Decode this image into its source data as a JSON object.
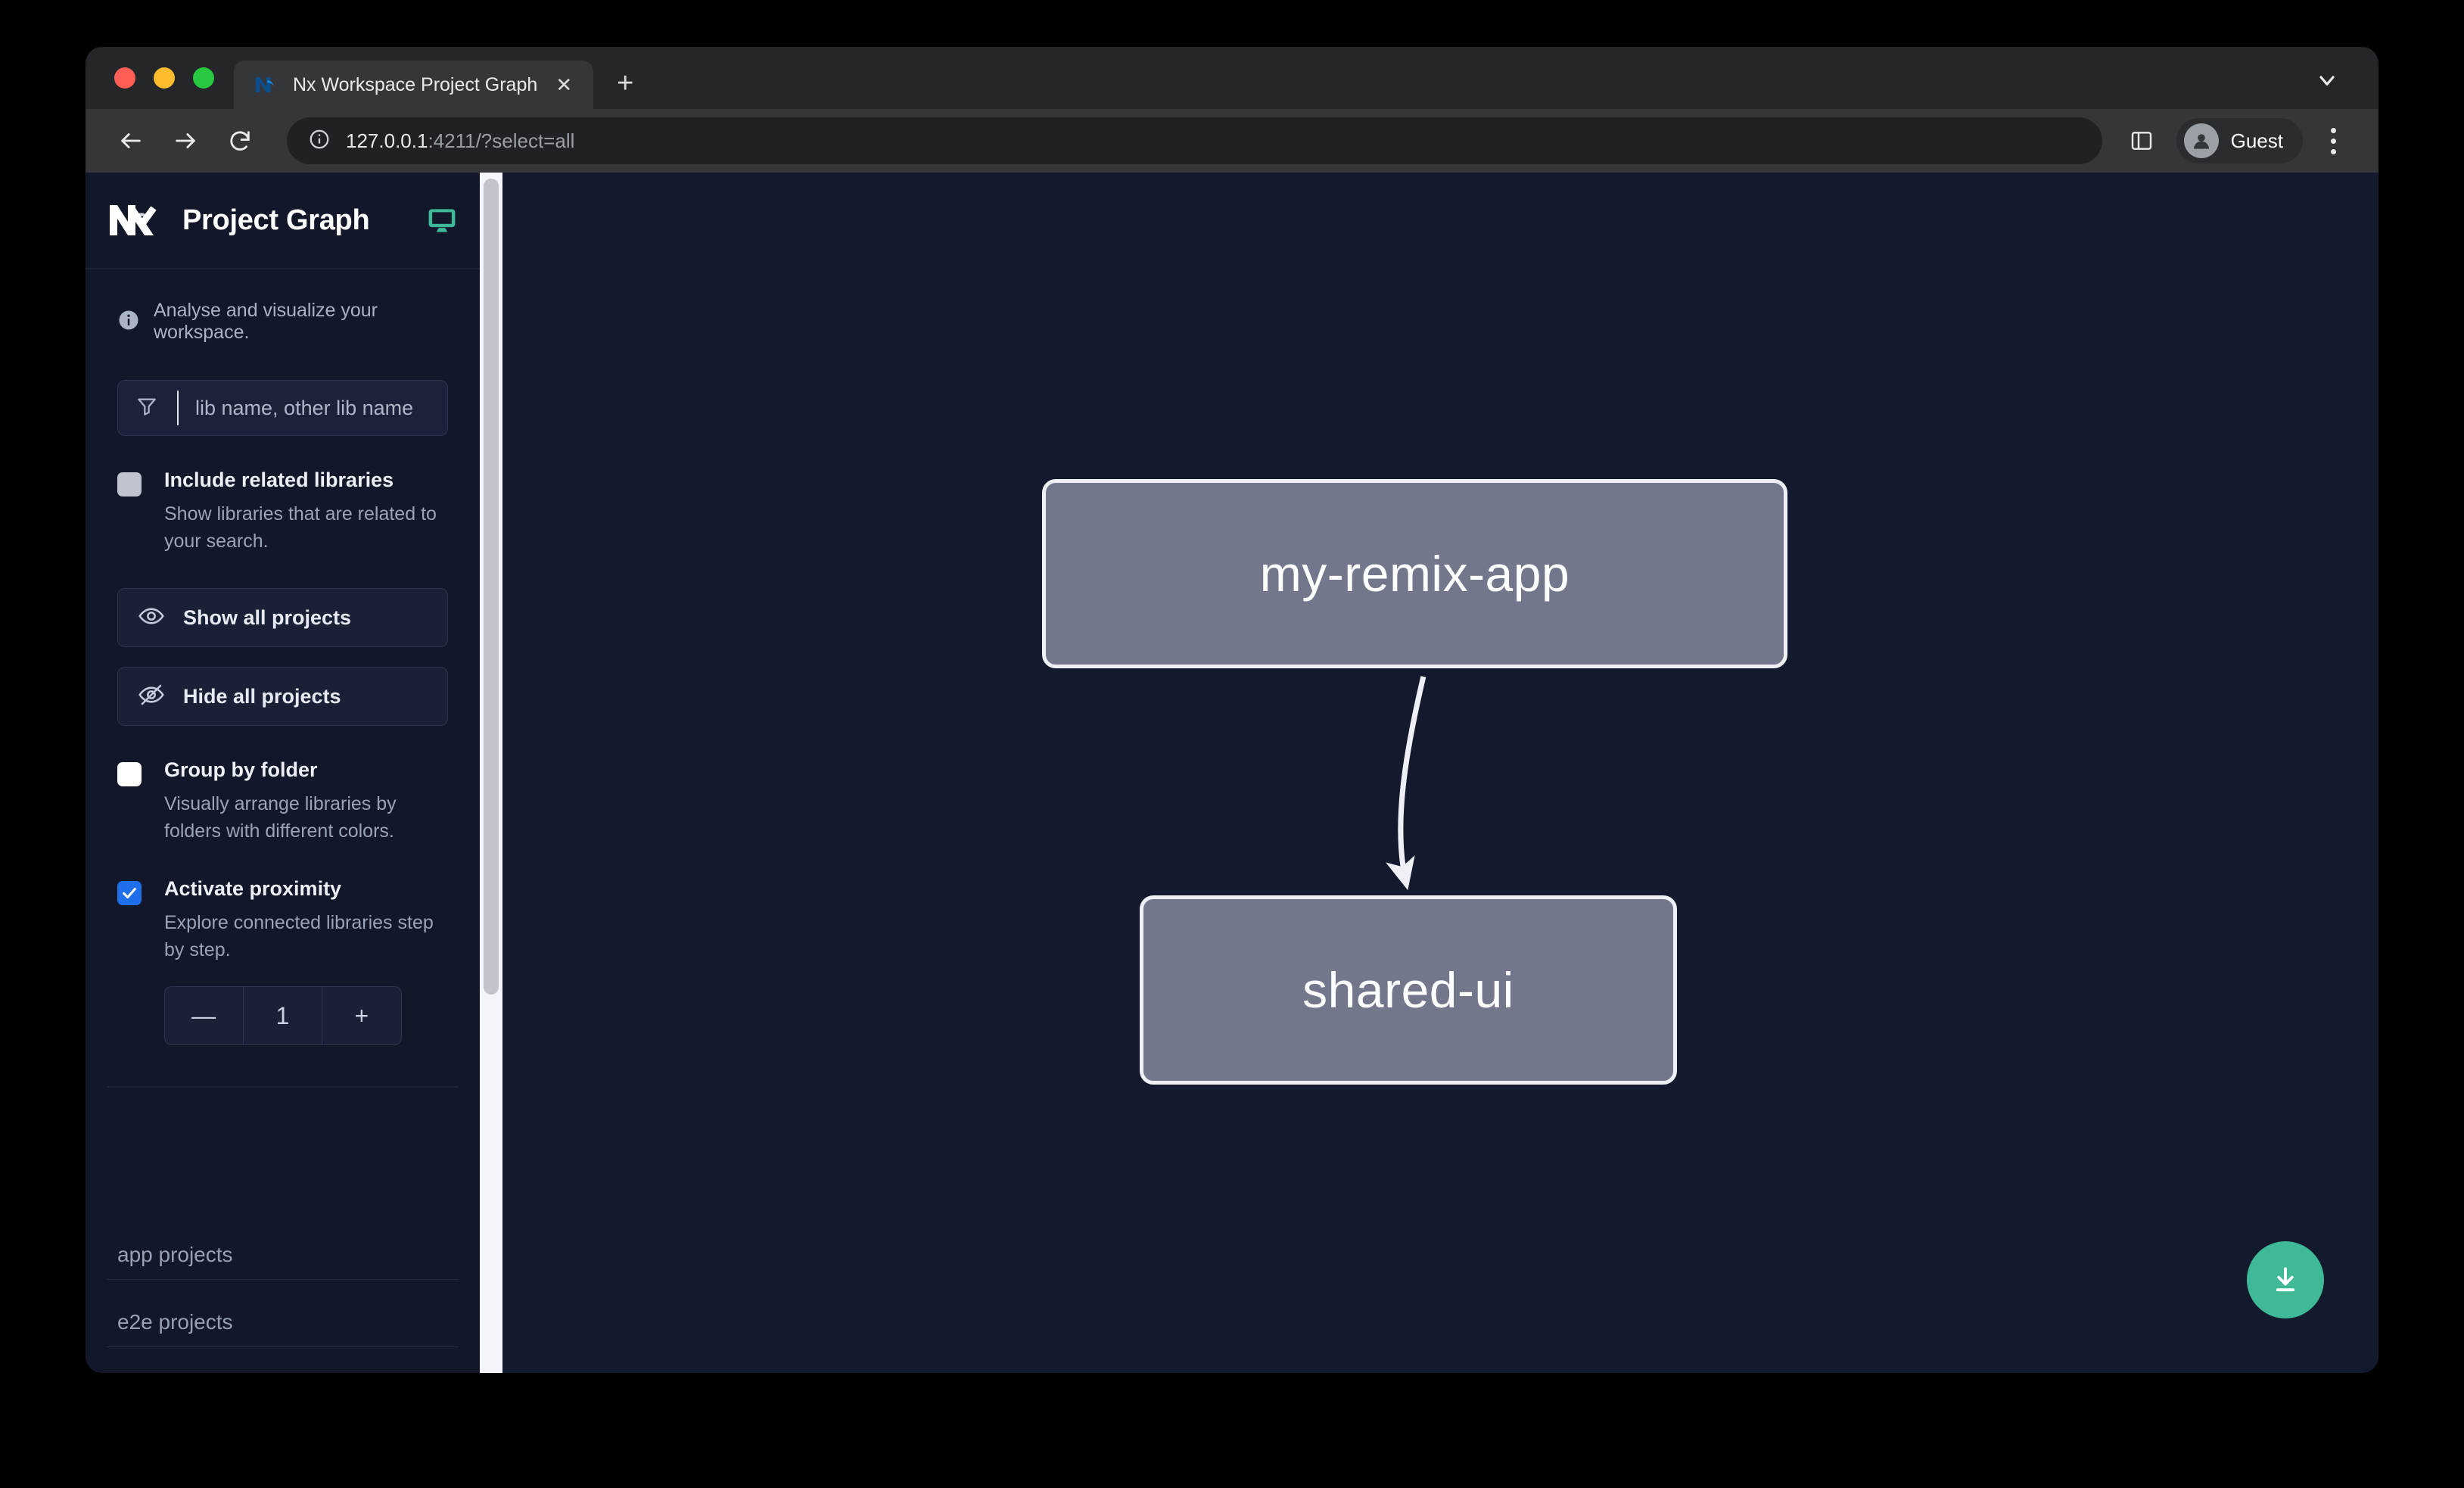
{
  "browser": {
    "tab": {
      "title": "Nx Workspace Project Graph",
      "favicon_icon": "nx-favicon",
      "close_icon": "close-icon"
    },
    "new_tab_label": "+",
    "tab_list_icon": "chevron-down-icon",
    "nav": {
      "back_icon": "back-arrow-icon",
      "forward_icon": "forward-arrow-icon",
      "reload_icon": "reload-icon"
    },
    "omnibox": {
      "info_icon": "info-circle-icon",
      "url_host": "127.0.0.1",
      "url_rest": ":4211/?select=all"
    },
    "sidepanel_icon": "side-panel-icon",
    "profile": {
      "avatar_icon": "person-avatar-icon",
      "label": "Guest"
    },
    "menu_icon": "three-dot-menu-icon"
  },
  "sidebar": {
    "logo_icon": "nx-logo-icon",
    "title": "Project Graph",
    "monitor_icon": "monitor-icon",
    "info_icon": "info-circle-icon",
    "info_text": "Analyse and visualize your workspace.",
    "filter": {
      "icon": "filter-funnel-icon",
      "placeholder": "lib name, other lib name",
      "value": ""
    },
    "options": [
      {
        "label": "Include related libraries",
        "description": "Show libraries that are related to your search.",
        "checkbox_state": "gray"
      },
      {
        "label": "Group by folder",
        "description": "Visually arrange libraries by folders with different colors.",
        "checkbox_state": "white"
      },
      {
        "label": "Activate proximity",
        "description": "Explore connected libraries step by step.",
        "checkbox_state": "checked"
      }
    ],
    "buttons": [
      {
        "label": "Show all projects",
        "icon": "eye-icon"
      },
      {
        "label": "Hide all projects",
        "icon": "eye-slash-icon"
      }
    ],
    "stepper": {
      "decrement_label": "—",
      "value": "1",
      "increment_label": "+"
    },
    "groups": [
      {
        "label": "app projects"
      },
      {
        "label": "e2e projects"
      }
    ]
  },
  "graph": {
    "nodes": [
      {
        "id": "my-remix-app",
        "label": "my-remix-app"
      },
      {
        "id": "shared-ui",
        "label": "shared-ui"
      }
    ],
    "edges": [
      {
        "from": "my-remix-app",
        "to": "shared-ui"
      }
    ],
    "download_button": {
      "icon": "download-icon",
      "color": "#3fb997"
    }
  },
  "colors": {
    "canvas_background": "#131a2e",
    "sidebar_background": "#121829",
    "node_fill": "#72778c",
    "node_border": "#eef0f6",
    "accent_green": "#3fb997",
    "checkbox_blue": "#1f6feb"
  }
}
